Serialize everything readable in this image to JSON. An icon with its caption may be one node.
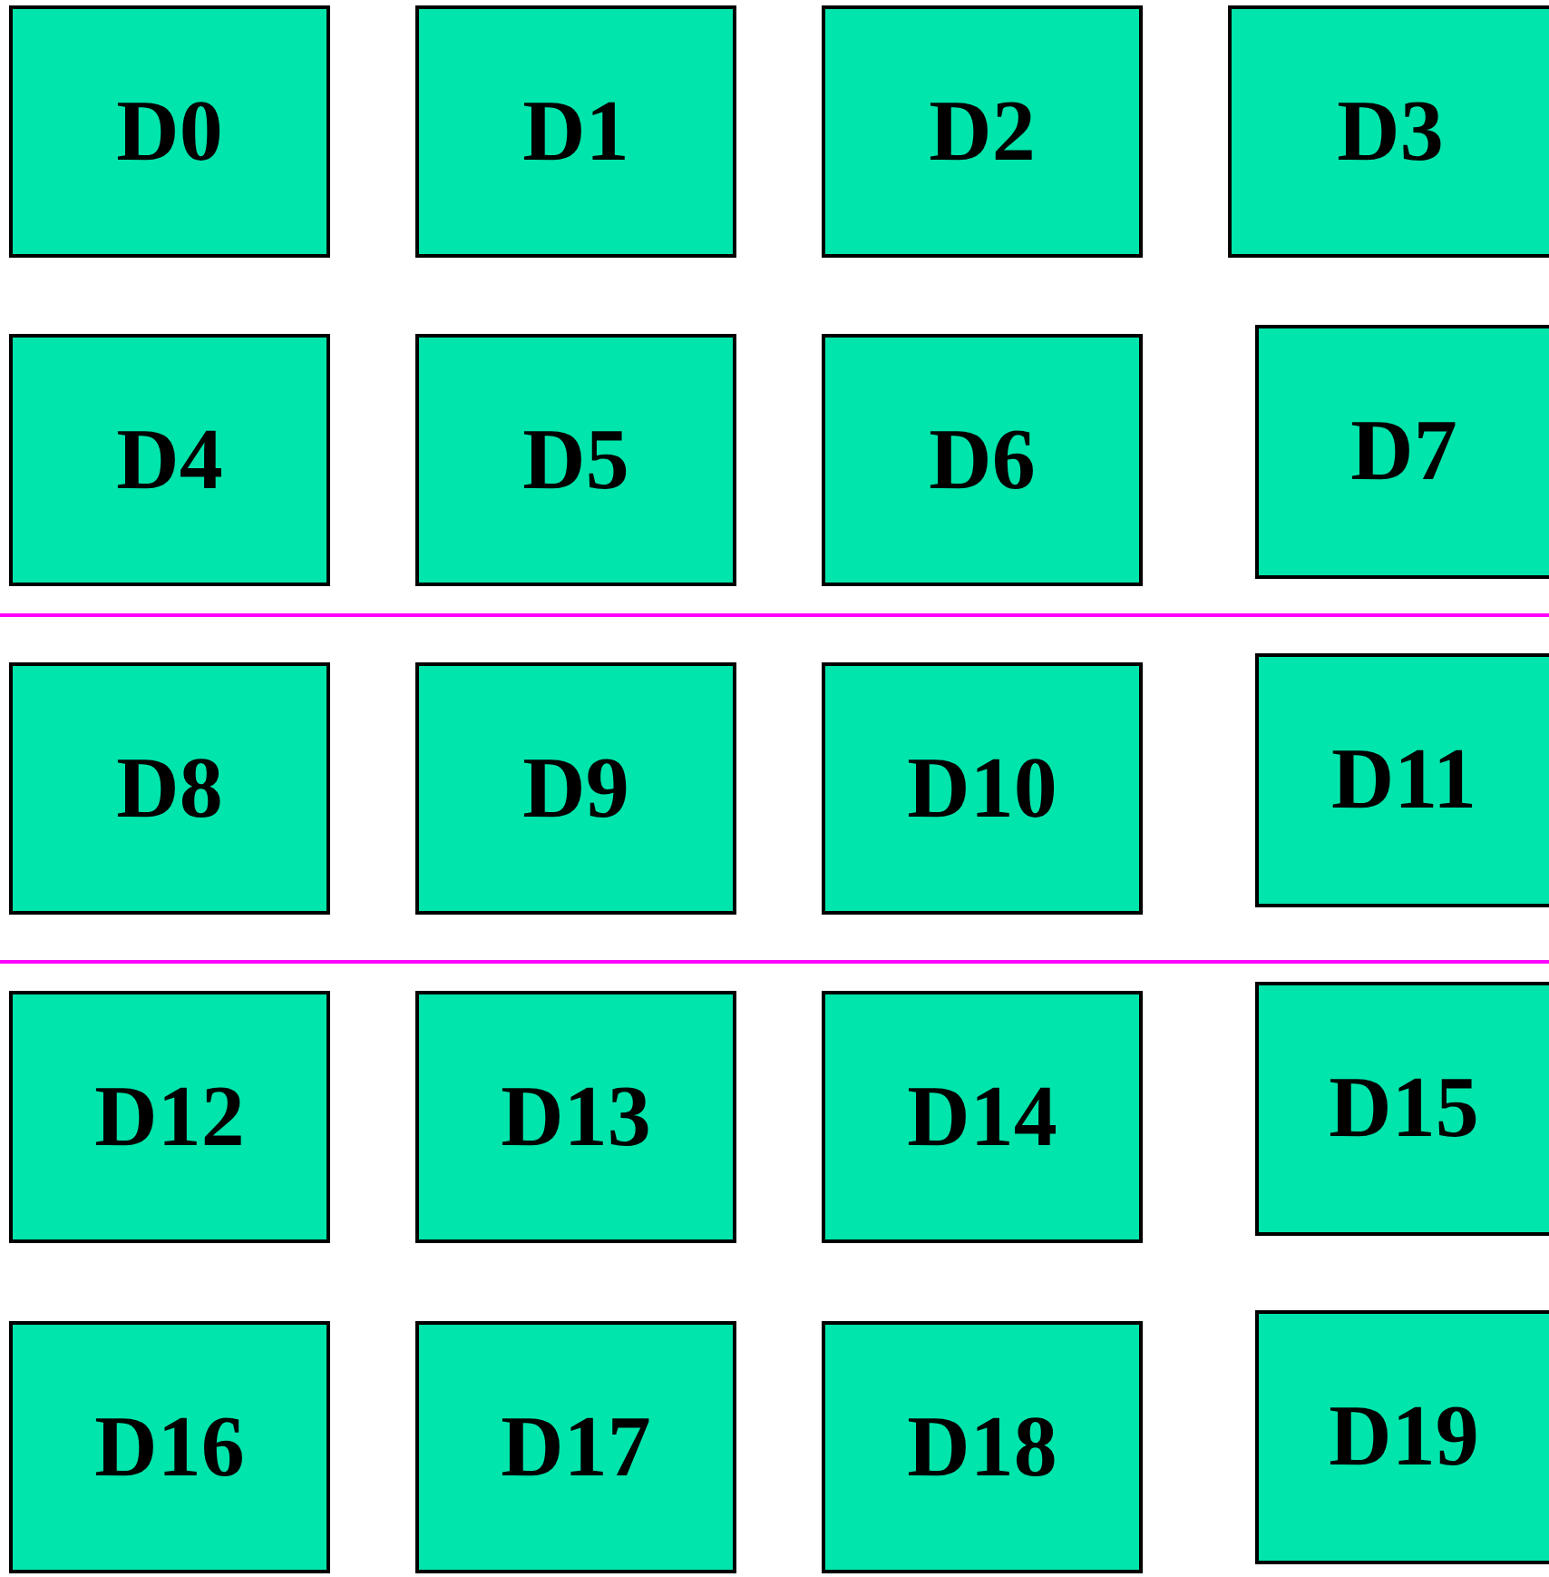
{
  "diagram": {
    "nodes": [
      {
        "text": [
          "D0"
        ]
      },
      {
        "text": [
          "D1"
        ]
      },
      {
        "text": [
          "D2"
        ]
      },
      {
        "text": [
          "D3"
        ]
      },
      {
        "text": [
          "D4"
        ]
      },
      {
        "text": [
          "D5"
        ]
      },
      {
        "text": [
          "D6"
        ]
      },
      {
        "text": [
          "D7"
        ]
      },
      {
        "text": [
          "D8"
        ]
      },
      {
        "text": [
          "D9"
        ]
      },
      {
        "text": [
          "D10"
        ]
      },
      {
        "text": [
          "D11"
        ]
      },
      {
        "text": [
          "D12"
        ]
      },
      {
        "text": [
          "D13"
        ]
      },
      {
        "text": [
          "D14"
        ]
      },
      {
        "text": [
          "D15"
        ]
      },
      {
        "text": [
          "D16"
        ]
      },
      {
        "text": [
          "D17"
        ]
      },
      {
        "text": [
          "D18"
        ]
      },
      {
        "text": [
          "D19"
        ]
      }
    ]
  }
}
